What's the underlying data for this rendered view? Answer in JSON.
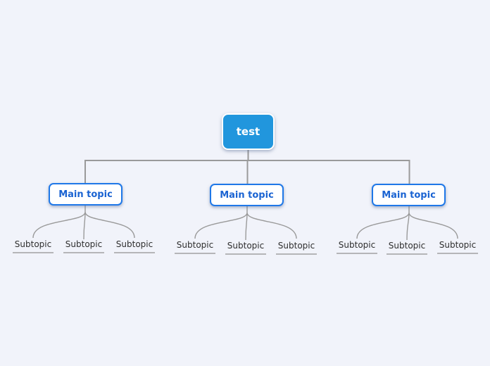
{
  "colors": {
    "canvas_bg": "#f1f3fa",
    "connector": "#9a9a9a",
    "root_fill": "#2196dd",
    "root_text": "#ffffff",
    "main_fill": "#ffffff",
    "main_border": "#1f78e8",
    "main_text": "#1a63d2",
    "subtopic_text": "#2e2e2e",
    "subtopic_underline": "#b5b5b8"
  },
  "map": {
    "root": {
      "label": "test"
    },
    "main_topics": [
      {
        "label": "Main topic",
        "children": [
          {
            "label": "Subtopic"
          },
          {
            "label": "Subtopic"
          },
          {
            "label": "Subtopic"
          }
        ]
      },
      {
        "label": "Main topic",
        "children": [
          {
            "label": "Subtopic"
          },
          {
            "label": "Subtopic"
          },
          {
            "label": "Subtopic"
          }
        ]
      },
      {
        "label": "Main topic",
        "children": [
          {
            "label": "Subtopic"
          },
          {
            "label": "Subtopic"
          },
          {
            "label": "Subtopic"
          }
        ]
      }
    ]
  }
}
